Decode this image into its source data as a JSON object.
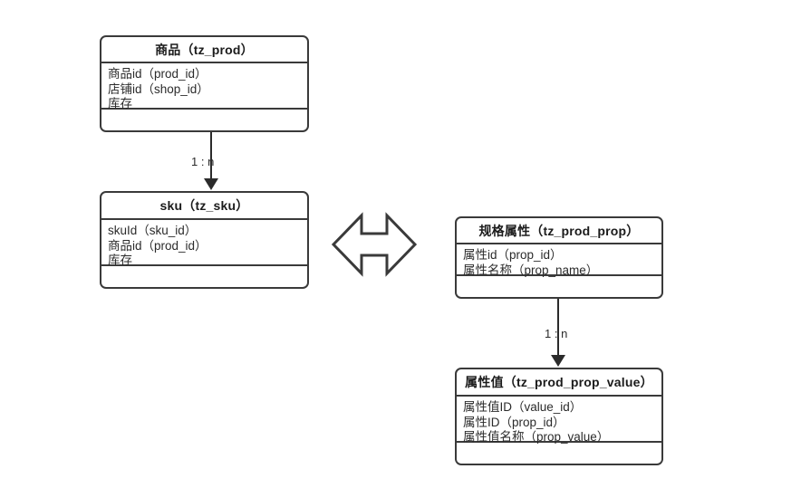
{
  "diagram": {
    "title_hidden": "",
    "background": "#ffffff",
    "line_color": "#3a3a3a",
    "text_color": "#2b2b2b"
  },
  "entities": [
    {
      "id": "tz_prod",
      "title": "商品（tz_prod）",
      "fields": [
        "商品id（prod_id）",
        "店铺id（shop_id）",
        "库存"
      ]
    },
    {
      "id": "tz_sku",
      "title": "sku（tz_sku）",
      "fields": [
        "skuId（sku_id）",
        "商品id（prod_id）",
        "库存"
      ]
    },
    {
      "id": "tz_prod_prop",
      "title": "规格属性（tz_prod_prop）",
      "fields": [
        "属性id（prop_id）",
        "属性名称（prop_name）"
      ]
    },
    {
      "id": "tz_prod_prop_value",
      "title": "属性值（tz_prod_prop_value）",
      "fields": [
        "属性值ID（value_id）",
        "属性ID（prop_id）",
        "属性值名称（prop_value）"
      ]
    }
  ],
  "connectors": [
    {
      "id": "prod-to-sku",
      "label": "1 : n",
      "from": "tz_prod",
      "to": "tz_sku"
    },
    {
      "id": "prop-to-prop-value",
      "label": "1 : n",
      "from": "tz_prod_prop",
      "to": "tz_prod_prop_value"
    }
  ],
  "relation_arrow": {
    "id": "sku-prop-relation",
    "icon": "double-headed-arrow"
  }
}
